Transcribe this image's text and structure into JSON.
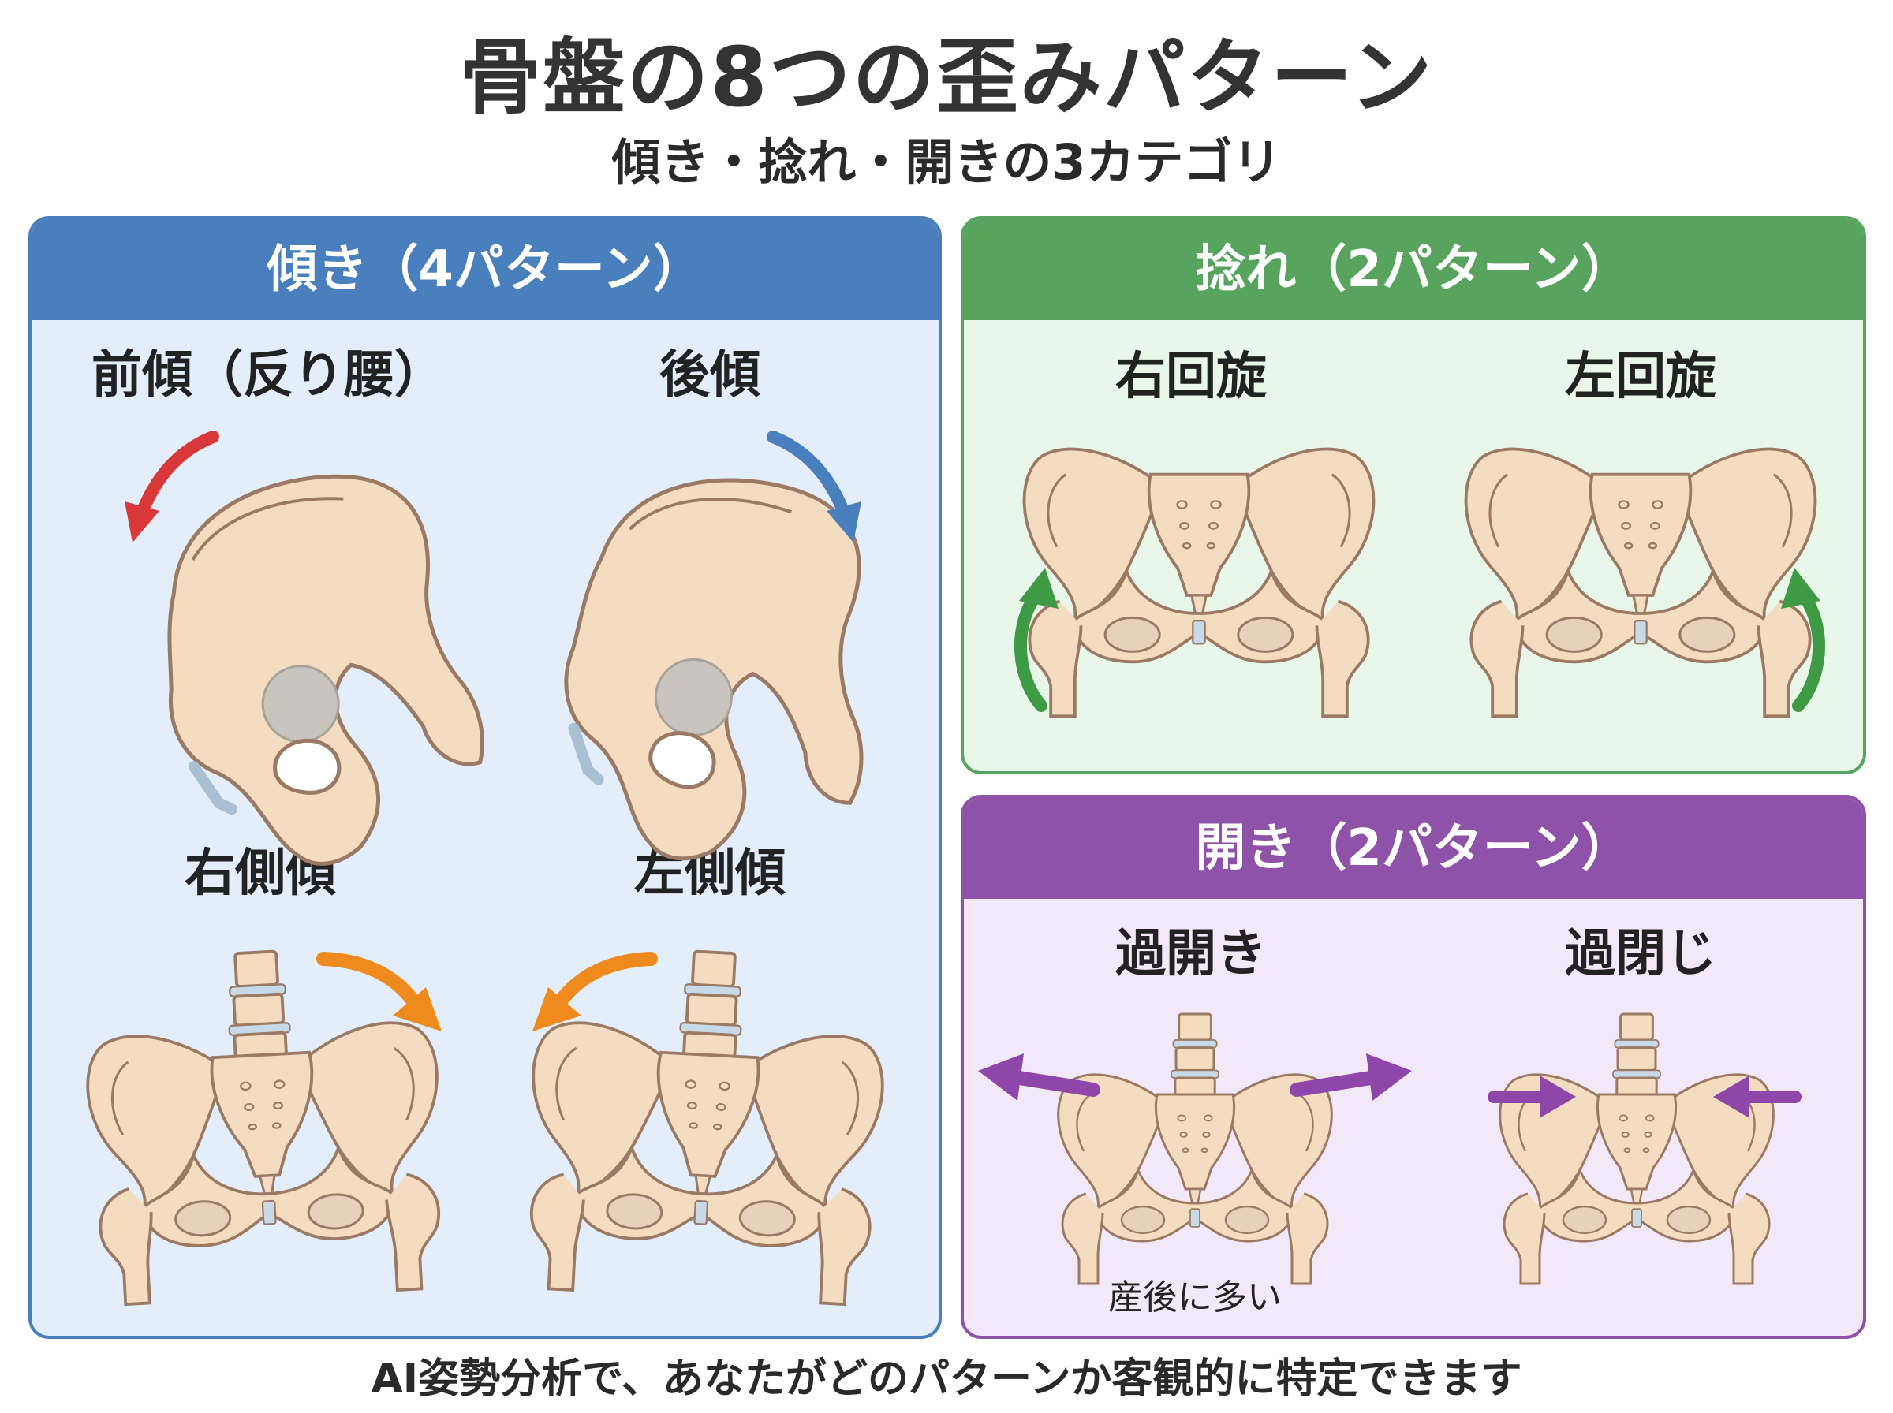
{
  "title": "骨盤の8つの歪みパターン",
  "subtitle": "傾き・捻れ・開きの3カテゴリ",
  "colors": {
    "tilt": "#4a7fbd",
    "twist": "#58a45e",
    "open": "#8e52a8",
    "arrow_red": "#d9383a",
    "arrow_blue": "#4a7fbd",
    "arrow_orange": "#ef8a1f",
    "arrow_green": "#3f9a45",
    "arrow_purple": "#8e47a8",
    "bone": "#f3dcc0",
    "bone_stroke": "#9a7a64"
  },
  "panels": {
    "tilt": {
      "header": "傾き（4パターン）",
      "items": [
        {
          "label": "前傾（反り腰）",
          "arrow": "red-curved-arrow"
        },
        {
          "label": "後傾",
          "arrow": "blue-curved-arrow"
        },
        {
          "label": "右側傾",
          "arrow": "orange-curved-arrow"
        },
        {
          "label": "左側傾",
          "arrow": "orange-curved-arrow"
        }
      ]
    },
    "twist": {
      "header": "捻れ（2パターン）",
      "items": [
        {
          "label": "右回旋",
          "arrow": "green-rotation-arrow"
        },
        {
          "label": "左回旋",
          "arrow": "green-rotation-arrow"
        }
      ]
    },
    "open": {
      "header": "開き（2パターン）",
      "items": [
        {
          "label": "過開き",
          "note": "産後に多い",
          "arrow": "purple-outward-arrows"
        },
        {
          "label": "過閉じ",
          "arrow": "purple-inward-arrows"
        }
      ]
    }
  },
  "footer": "AI姿勢分析で、あなたがどのパターンか客観的に特定できます"
}
